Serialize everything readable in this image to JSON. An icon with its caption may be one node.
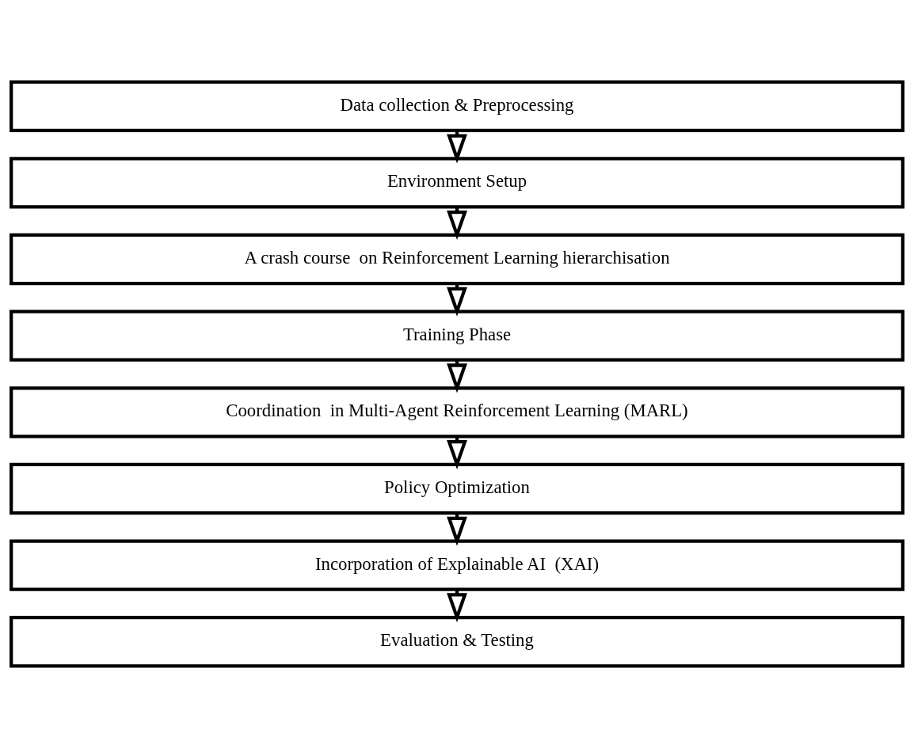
{
  "diagram": {
    "nodes": [
      {
        "text": [
          "Data collection & Preprocessing"
        ]
      },
      {
        "text": [
          "Environment Setup"
        ]
      },
      {
        "text": [
          "A crash course  on Reinforcement Learning hierarchisation"
        ]
      },
      {
        "text": [
          "Training Phase"
        ]
      },
      {
        "text": [
          "Coordination  in Multi-Agent Reinforcement Learning (MARL)"
        ]
      },
      {
        "text": [
          "Policy Optimization"
        ]
      },
      {
        "text": [
          "Incorporation of Explainable AI  (XAI)"
        ]
      },
      {
        "text": [
          "Evaluation & Testing"
        ]
      }
    ],
    "edges": [
      {
        "from": 0,
        "to": 1,
        "arrow": "to"
      },
      {
        "from": 1,
        "to": 2,
        "arrow": "to"
      },
      {
        "from": 2,
        "to": 3,
        "arrow": "to"
      },
      {
        "from": 3,
        "to": 4,
        "arrow": "to"
      },
      {
        "from": 4,
        "to": 5,
        "arrow": "to"
      },
      {
        "from": 5,
        "to": 6,
        "arrow": "to"
      },
      {
        "from": 6,
        "to": 7,
        "arrow": "to"
      }
    ]
  }
}
